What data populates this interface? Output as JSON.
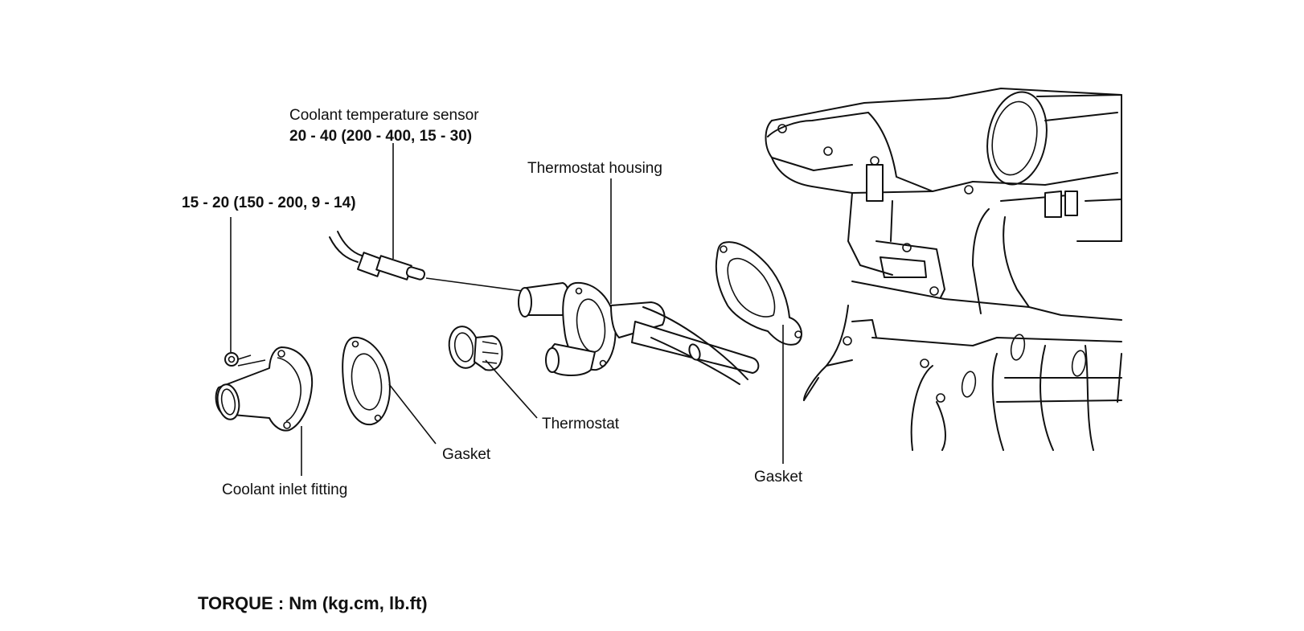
{
  "labels": {
    "sensor_name": "Coolant temperature sensor",
    "sensor_torque": "20 - 40 (200 - 400, 15 - 30)",
    "nut_torque": "15 - 20 (150 - 200, 9 - 14)",
    "thermostat_housing": "Thermostat housing",
    "thermostat": "Thermostat",
    "gasket_small": "Gasket",
    "gasket_large": "Gasket",
    "inlet_fitting": "Coolant inlet fitting",
    "torque_units": "TORQUE : Nm (kg.cm, lb.ft)"
  }
}
